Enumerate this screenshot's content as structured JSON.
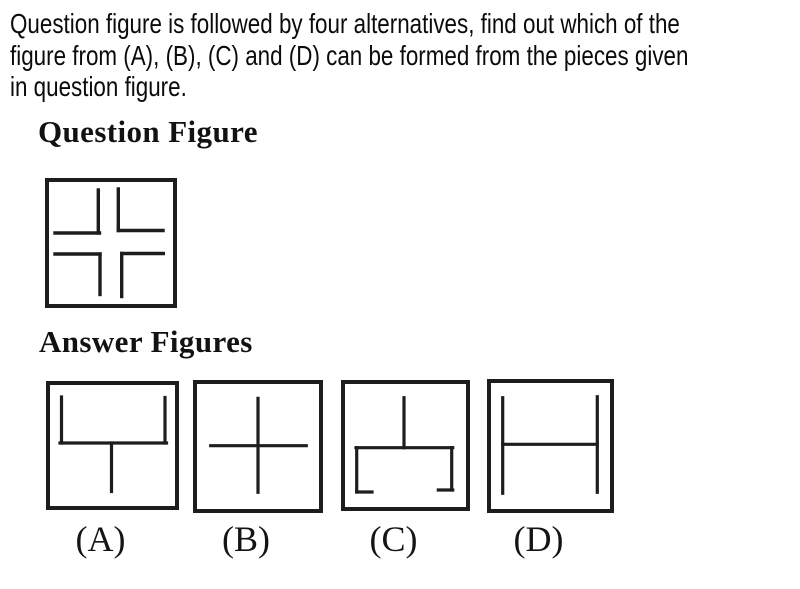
{
  "question": {
    "lines": [
      "Question figure is followed by four alternatives, find out which of the",
      "figure from (A), (B), (C) and (D) can be formed from the pieces given",
      "in question figure."
    ]
  },
  "sections": {
    "question_heading": "Question Figure",
    "answer_heading": "Answer Figures"
  },
  "colors": {
    "ink": "#1d1d1d",
    "text": "#0b0b0b",
    "background": "#ffffff"
  },
  "figures": {
    "question": {
      "width": 132,
      "height": 130,
      "stroke": 3.4,
      "segments": [
        [
          53.3,
          12,
          53.3,
          55
        ],
        [
          10,
          55,
          54.5,
          55
        ],
        [
          73.3,
          11,
          73.3,
          52.5
        ],
        [
          73.3,
          52.5,
          118,
          52.5
        ],
        [
          10,
          76,
          55,
          76
        ],
        [
          55,
          76,
          55,
          116.5
        ],
        [
          76.7,
          75.5,
          118.3,
          75.5
        ],
        [
          76.7,
          75.5,
          76.7,
          118.5
        ]
      ]
    },
    "answers": [
      {
        "label": "(A)",
        "width": 133,
        "height": 129,
        "stroke": 3.2,
        "segments": [
          [
            15.5,
            16,
            15.5,
            62
          ],
          [
            119,
            16.5,
            119,
            62
          ],
          [
            14,
            62,
            120.5,
            62
          ],
          [
            65.5,
            62,
            65.5,
            110.5
          ]
        ]
      },
      {
        "label": "(B)",
        "width": 130,
        "height": 133,
        "stroke": 3.2,
        "segments": [
          [
            65,
            18.3,
            65,
            112.3
          ],
          [
            17.7,
            65.7,
            113.3,
            65.7
          ]
        ]
      },
      {
        "label": "(C)",
        "width": 129,
        "height": 131,
        "stroke": 3.2,
        "segments": [
          [
            63,
            17.7,
            63,
            67.7
          ],
          [
            15,
            67.7,
            111.7,
            67.7
          ],
          [
            15.7,
            67.7,
            15.7,
            112
          ],
          [
            15.7,
            112,
            31,
            112
          ],
          [
            110.7,
            67.7,
            110.7,
            110
          ],
          [
            97.3,
            110,
            111.7,
            110
          ]
        ]
      },
      {
        "label": "(D)",
        "width": 127,
        "height": 134,
        "stroke": 3.2,
        "segments": [
          [
            15.7,
            18.7,
            15.7,
            114.3
          ],
          [
            110.3,
            17.7,
            110.3,
            113.3
          ],
          [
            15.7,
            65.3,
            110.3,
            65.3
          ]
        ]
      }
    ]
  }
}
